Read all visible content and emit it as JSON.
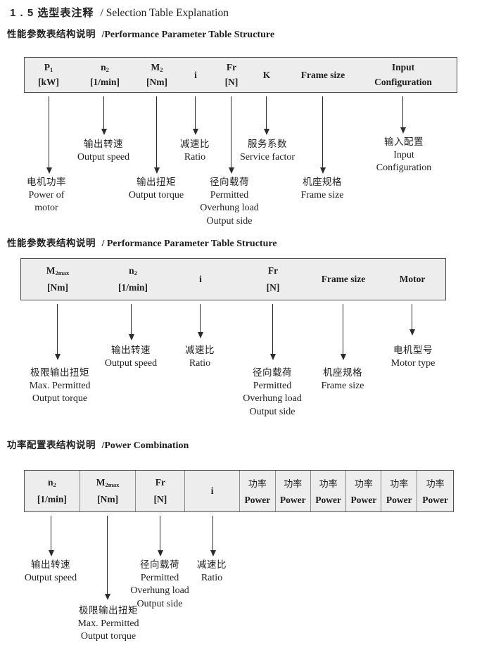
{
  "page_title": {
    "zh": "1 . 5 选型表注释",
    "en": "/ Selection Table Explanation"
  },
  "sections": {
    "s1": {
      "heading": {
        "zh": "性能参数表结构说明",
        "en": "/Performance Parameter Table Structure"
      },
      "table": {
        "col_p1": {
          "sym": "P",
          "sub": "1",
          "unit": "[kW]"
        },
        "col_n2": {
          "sym": "n",
          "sub": "2",
          "unit": "[1/min]"
        },
        "col_m2": {
          "sym": "M",
          "sub": "2",
          "unit": "[Nm]"
        },
        "col_i": {
          "sym": "i"
        },
        "col_fr": {
          "sym": "Fr",
          "unit": "[N]"
        },
        "col_k": {
          "sym": "K"
        },
        "col_frame": {
          "sym": "Frame size"
        },
        "col_input": {
          "line1": "Input",
          "line2": "Configuration"
        }
      },
      "callouts": {
        "power_of_motor": {
          "zh": "电机功率",
          "en1": "Power of",
          "en2": "motor"
        },
        "output_speed": {
          "zh": "输出转速",
          "en1": "Output speed"
        },
        "output_torque": {
          "zh": "输出扭矩",
          "en1": "Output torque"
        },
        "ratio": {
          "zh": "减速比",
          "en1": "Ratio"
        },
        "overhung_load": {
          "zh": "径向载荷",
          "en1": "Permitted",
          "en2": "Overhung load",
          "en3": "Output side"
        },
        "service_factor": {
          "zh": "服务系数",
          "en1": "Service factor"
        },
        "frame_size": {
          "zh": "机座规格",
          "en1": "Frame size"
        },
        "input_config": {
          "zh": "输入配置",
          "en1": "Input",
          "en2": "Configuration"
        }
      }
    },
    "s2": {
      "heading": {
        "zh": "性能参数表结构说明",
        "en": "/ Performance Parameter Table Structure"
      },
      "table": {
        "col_m2max": {
          "sym": "M",
          "sub": "2max",
          "unit": "[Nm]"
        },
        "col_n2": {
          "sym": "n",
          "sub": "2",
          "unit": "[1/min]"
        },
        "col_i": {
          "sym": "i"
        },
        "col_fr": {
          "sym": "Fr",
          "unit": "[N]"
        },
        "col_frame": {
          "sym": "Frame size"
        },
        "col_motor": {
          "sym": "Motor"
        }
      },
      "callouts": {
        "max_torque": {
          "zh": "极限输出扭矩",
          "en1": "Max. Permitted",
          "en2": "Output torque"
        },
        "output_speed": {
          "zh": "输出转速",
          "en1": "Output speed"
        },
        "ratio": {
          "zh": "减速比",
          "en1": "Ratio"
        },
        "overhung_load": {
          "zh": "径向载荷",
          "en1": "Permitted",
          "en2": "Overhung load",
          "en3": "Output side"
        },
        "frame_size": {
          "zh": "机座规格",
          "en1": "Frame size"
        },
        "motor_type": {
          "zh": "电机型号",
          "en1": "Motor type"
        }
      }
    },
    "s3": {
      "heading": {
        "zh": "功率配置表结构说明",
        "en": "/Power Combination"
      },
      "table": {
        "col_n2": {
          "sym": "n",
          "sub": "2",
          "unit": "[1/min]"
        },
        "col_m2max": {
          "sym": "M",
          "sub": "2max",
          "unit": "[Nm]"
        },
        "col_fr": {
          "sym": "Fr",
          "unit": "[N]"
        },
        "col_i": {
          "sym": "i"
        },
        "power_cell": {
          "zh": "功率",
          "en": "Power"
        }
      },
      "callouts": {
        "output_speed": {
          "zh": "输出转速",
          "en1": "Output speed"
        },
        "max_torque": {
          "zh": "极限输出扭矩",
          "en1": "Max. Permitted",
          "en2": "Output torque"
        },
        "overhung_load": {
          "zh": "径向载荷",
          "en1": "Permitted",
          "en2": "Overhung load",
          "en3": "Output side"
        },
        "ratio": {
          "zh": "减速比",
          "en1": "Ratio"
        }
      }
    }
  }
}
